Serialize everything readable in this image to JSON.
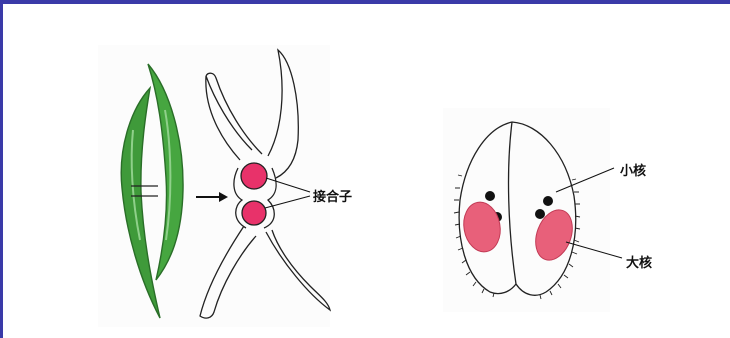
{
  "labels": {
    "zygote": "接合子",
    "micronucleus": "小核",
    "macronucleus": "大核"
  },
  "colors": {
    "frame": "#3a3aa8",
    "algae_fill": "#3f9a3a",
    "algae_dark": "#2a6e28",
    "zygote_fill": "#e8326a",
    "macronucleus_fill": "#e8607a"
  }
}
